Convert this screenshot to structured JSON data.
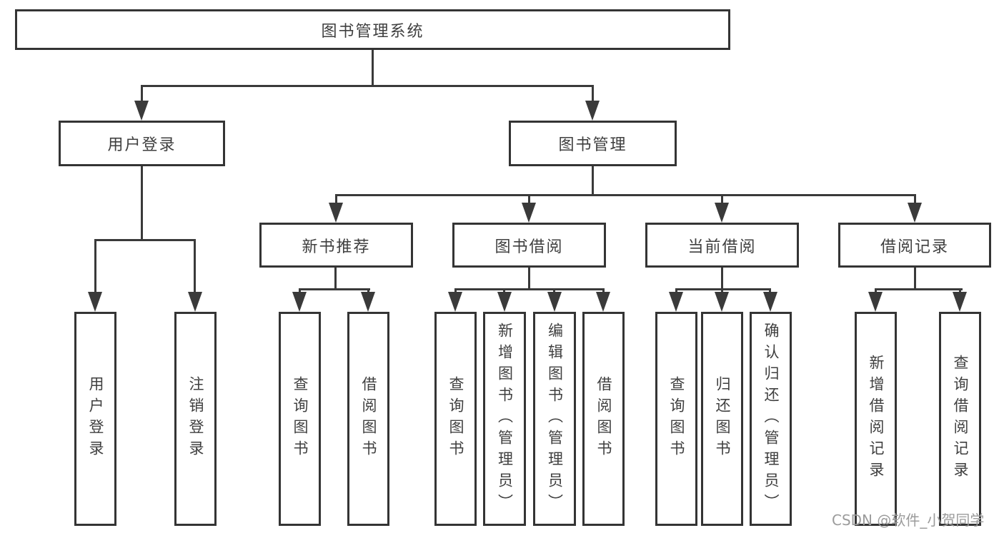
{
  "root": {
    "label": "图书管理系统"
  },
  "level2": [
    {
      "label": "用户登录",
      "parent": "图书管理系统"
    },
    {
      "label": "图书管理",
      "parent": "图书管理系统"
    }
  ],
  "level3": [
    {
      "label": "新书推荐",
      "parent": "图书管理"
    },
    {
      "label": "图书借阅",
      "parent": "图书管理"
    },
    {
      "label": "当前借阅",
      "parent": "图书管理"
    },
    {
      "label": "借阅记录",
      "parent": "图书管理"
    }
  ],
  "level4": [
    {
      "label": "用户登录",
      "parent": "用户登录"
    },
    {
      "label": "注销登录",
      "parent": "用户登录"
    },
    {
      "label": "查询图书",
      "parent": "新书推荐"
    },
    {
      "label": "借阅图书",
      "parent": "新书推荐"
    },
    {
      "label": "查询图书",
      "parent": "图书借阅"
    },
    {
      "label": "新增图书（管理员）",
      "parent": "图书借阅"
    },
    {
      "label": "编辑图书（管理员）",
      "parent": "图书借阅"
    },
    {
      "label": "借阅图书",
      "parent": "图书借阅"
    },
    {
      "label": "查询图书",
      "parent": "当前借阅"
    },
    {
      "label": "归还图书",
      "parent": "当前借阅"
    },
    {
      "label": "确认归还（管理员）",
      "parent": "当前借阅"
    },
    {
      "label": "新增借阅记录",
      "parent": "借阅记录"
    },
    {
      "label": "查询借阅记录",
      "parent": "借阅记录"
    }
  ],
  "watermark": {
    "text": "CSDN @软件_小贺同学"
  },
  "colors": {
    "line": "#3a3a3a",
    "box_border": "#343434",
    "text": "#3f3f3f",
    "watermark": "#9b9b9b",
    "background": "#ffffff"
  }
}
